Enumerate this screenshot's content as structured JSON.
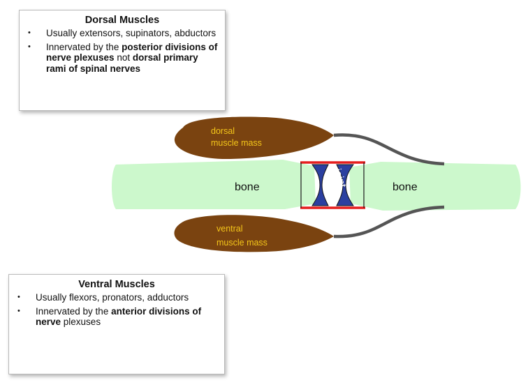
{
  "dorsal": {
    "title": "Dorsal Muscles",
    "bullet1": "Usually extensors, supinators, abductors",
    "bullet2_pre": "Innervated by the ",
    "bullet2_bold1": "posterior divisions of nerve plexuses",
    "bullet2_mid": " not ",
    "bullet2_bold2": "dorsal primary rami of spinal nerves"
  },
  "ventral": {
    "title": "Ventral Muscles",
    "bullet1": "Usually flexors, pronators, adductors",
    "bullet2_pre": "Innervated by the ",
    "bullet2_bold": "anterior divisions of nerve",
    "bullet2_post": " plexuses"
  },
  "diagram": {
    "bone_left": "bone",
    "bone_right": "bone",
    "joint": "joint",
    "dorsal_mass_line1": "dorsal",
    "dorsal_mass_line2": "muscle mass",
    "ventral_mass_line1": "ventral",
    "ventral_mass_line2": "muscle mass",
    "colors": {
      "bone": "#ccf8cc",
      "muscle": "#7a4310",
      "muscle_label": "#f4c61a",
      "joint": "#2b3fa0",
      "capsule": "#e61e1e",
      "tendon": "#555555"
    }
  }
}
